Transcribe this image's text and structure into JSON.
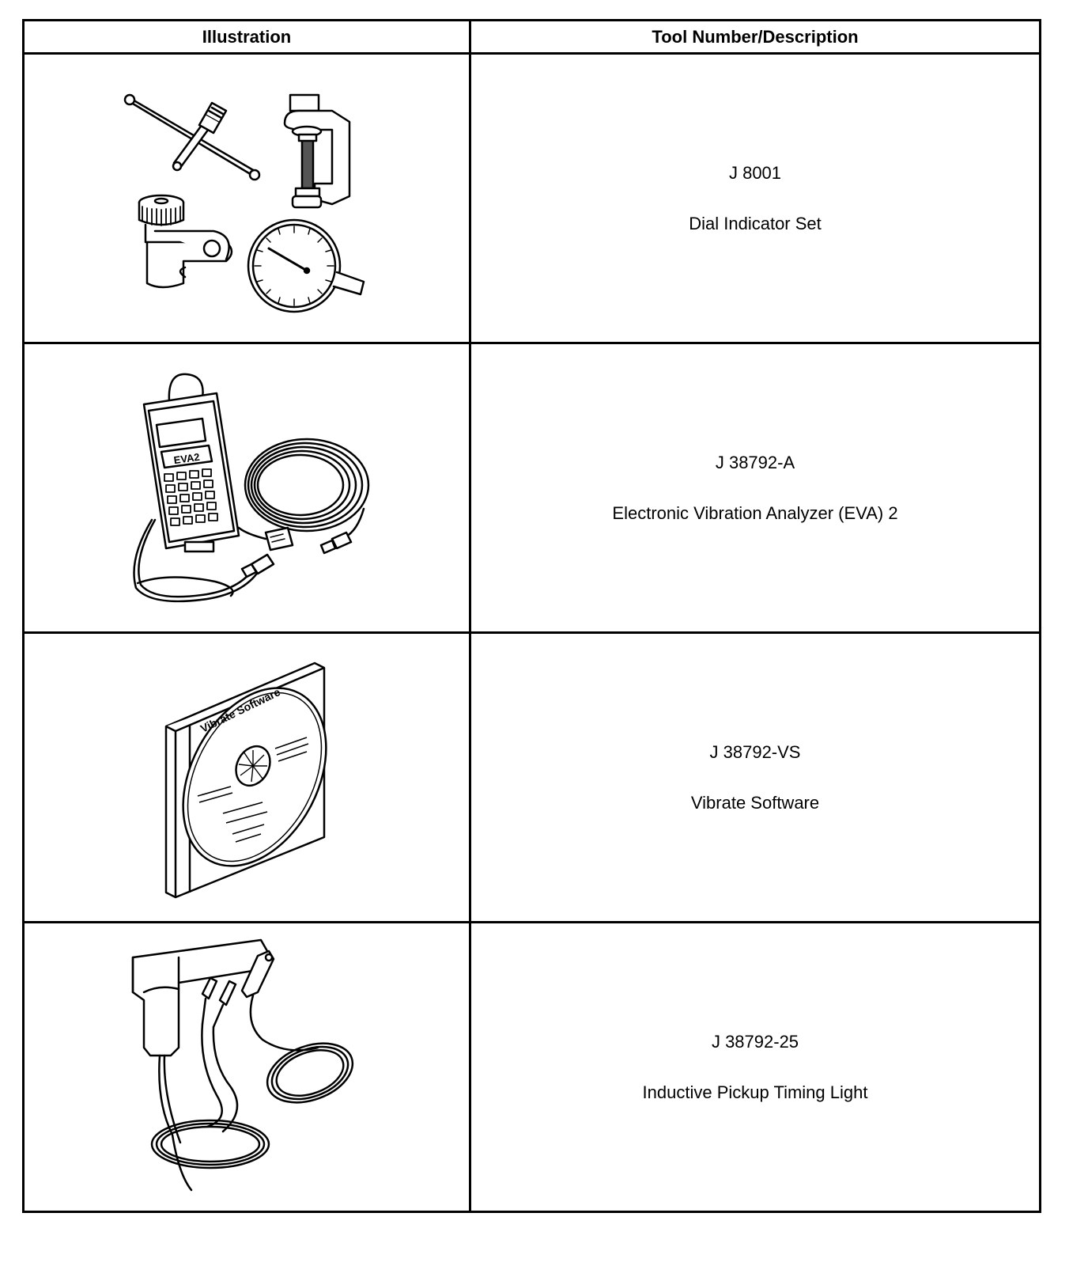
{
  "table": {
    "headers": {
      "illustration": "Illustration",
      "description": "Tool Number/Description"
    },
    "rows": [
      {
        "number": "J 8001",
        "name": "Dial Indicator Set",
        "icon": "dial-indicator-set-icon"
      },
      {
        "number": "J 38792-A",
        "name": "Electronic Vibration Analyzer (EVA) 2",
        "icon": "vibration-analyzer-icon",
        "device_label": "EVA2"
      },
      {
        "number": "J 38792-VS",
        "name": "Vibrate Software",
        "icon": "software-cd-icon",
        "disc_label": "Vibrate Software"
      },
      {
        "number": "J 38792-25",
        "name": "Inductive Pickup Timing Light",
        "icon": "timing-light-icon"
      }
    ]
  }
}
